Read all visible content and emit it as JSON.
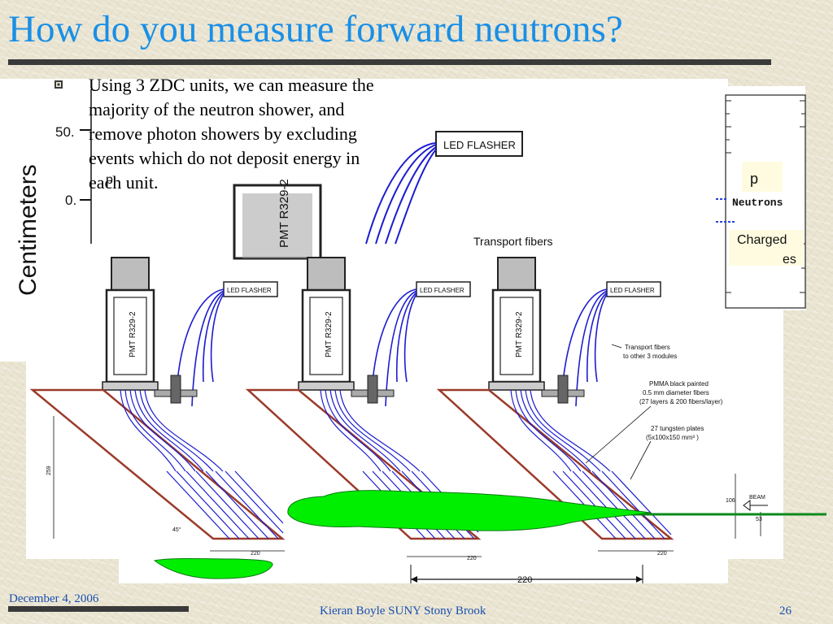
{
  "slide": {
    "title": "How do you measure forward neutrons?",
    "bullet": "Using 3 ZDC units, we can measure the majority of the neutron shower, and remove photon showers by excluding events which do not deposit energy in each unit."
  },
  "background_figure": {
    "axis_label": "Centimeters",
    "tick_50": "50.",
    "tick_0": "0.",
    "led_flasher": "LED FLASHER",
    "transport_fibers": "Transport fibers",
    "pmt": "PMT R329-2",
    "label_p": "p",
    "label_neutrons": "Neutrons",
    "label_charged": "Charged",
    "label_es": "es",
    "small_p": "p"
  },
  "zdc_figure": {
    "led_flasher": "LED FLASHER",
    "pmt": "PMT R329-2",
    "transport_note_1": "Transport fibers",
    "transport_note_2": "to other 3 modules",
    "fiber_note_1": "PMMA black painted",
    "fiber_note_2": "0.5 mm diameter fibers",
    "fiber_note_3": "(27 layers & 200 fibers/layer)",
    "plate_note_1": "27 tungsten plates",
    "plate_note_2": "(5x100x150 mm³ )",
    "beam_label": "BEAM",
    "dim_259": "259",
    "dim_45": "45°",
    "dim_220": "220",
    "dim_220_bottom": "220",
    "dim_106": "106",
    "dim_53": "53"
  },
  "footer": {
    "date": "December 4, 2006",
    "center": "Kieran Boyle SUNY Stony Brook",
    "page": "26"
  },
  "colors": {
    "title": "#1a8fe6",
    "footer_text": "#1a4fb0",
    "fiber_blue": "#1c1cd0",
    "plate_brown": "#9b3a2a",
    "shower_green": "#00ee00",
    "beam_line": "#0a8a1a"
  }
}
